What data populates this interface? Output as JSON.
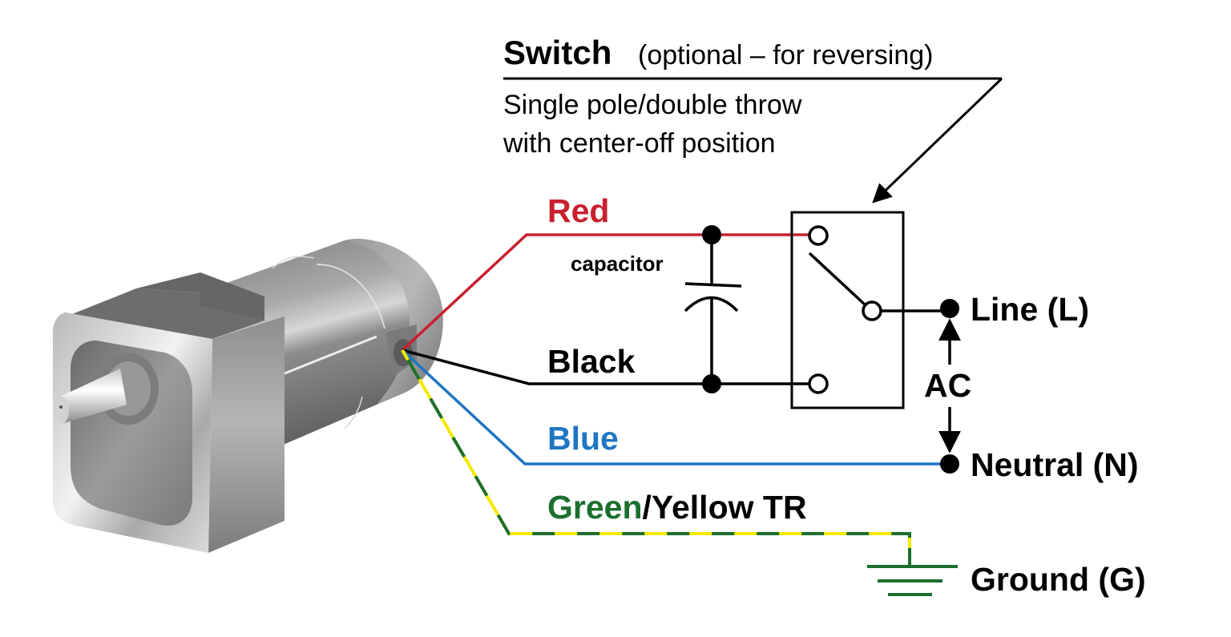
{
  "title": {
    "main": "Switch",
    "qualifier": "(optional – for reversing)",
    "line1": "Single pole/double throw",
    "line2": "with center-off position"
  },
  "wires": {
    "red": {
      "label": "Red",
      "color": "#c8202f"
    },
    "black": {
      "label": "Black",
      "color": "#000000"
    },
    "blue": {
      "label": "Blue",
      "color": "#1f76c2"
    },
    "ground": {
      "label_green": "Green",
      "label_sep": "/",
      "label_rest": "Yellow TR",
      "color_green": "#1b6f2e",
      "color_yellow": "#f6e900"
    }
  },
  "components": {
    "capacitor": "capacitor"
  },
  "terminals": {
    "line": "Line (L)",
    "neutral": "Neutral (N)",
    "ground": "Ground (G)",
    "ac": "AC"
  },
  "icons": {
    "motor": "gear-motor-illustration",
    "switch": "spdt-switch-symbol",
    "capacitor": "capacitor-symbol",
    "ground": "ground-symbol"
  }
}
